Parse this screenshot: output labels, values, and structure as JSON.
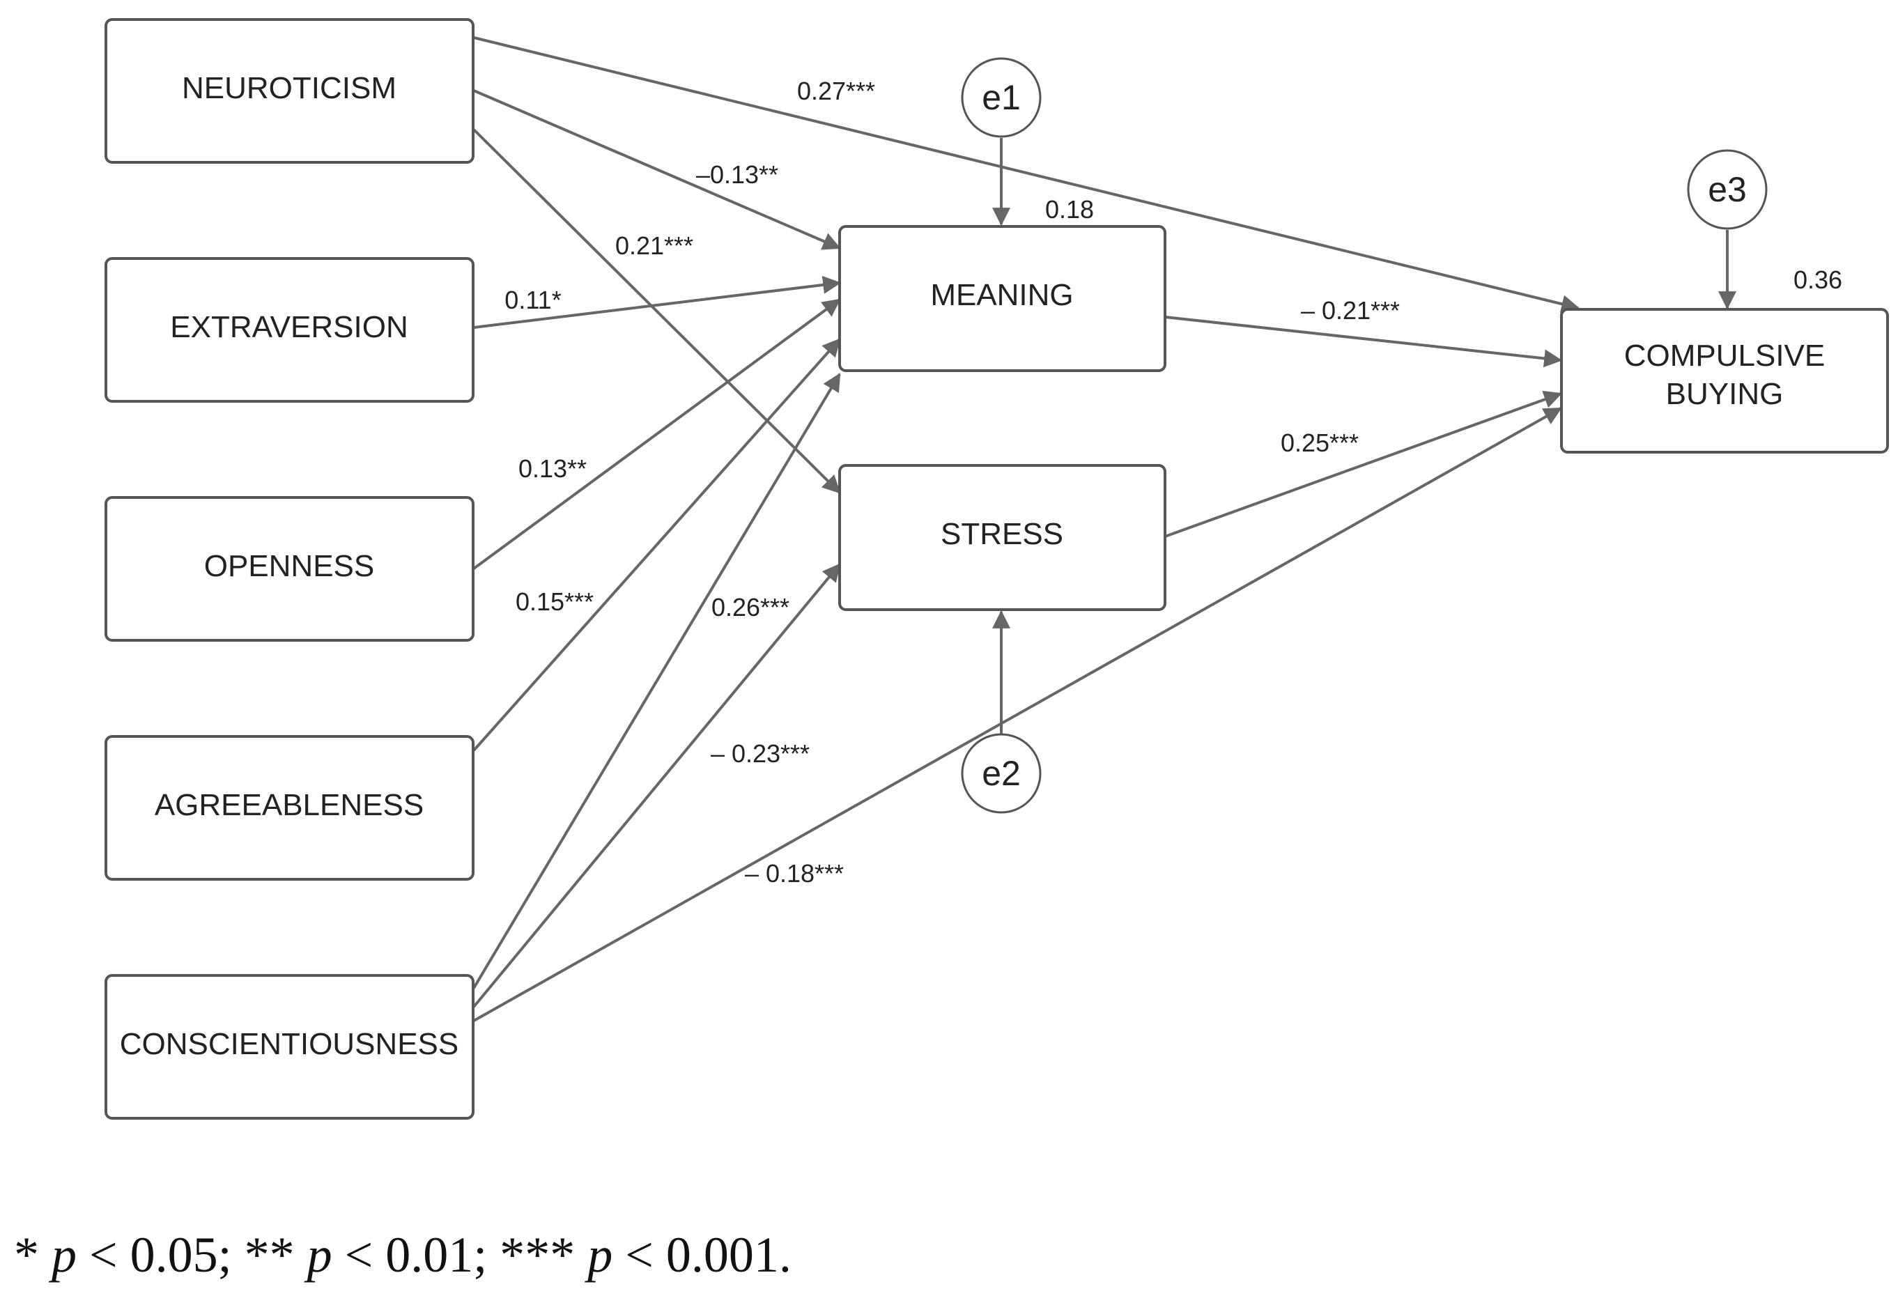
{
  "nodes": {
    "neuroticism": "NEUROTICISM",
    "extraversion": "EXTRAVERSION",
    "openness": "OPENNESS",
    "agreeableness": "AGREEABLENESS",
    "conscientiousness": "CONSCIENTIOUSNESS",
    "meaning": "MEANING",
    "stress": "STRESS",
    "compulsive_buying_line1": "COMPULSIVE",
    "compulsive_buying_line2": "BUYING"
  },
  "errors": {
    "e1": "e1",
    "e2": "e2",
    "e3": "e3"
  },
  "r_squared": {
    "meaning": "0.18",
    "compulsive_buying": "0.36"
  },
  "paths": [
    {
      "from": "NEUROTICISM",
      "to": "COMPULSIVE BUYING",
      "coef": "0.27***"
    },
    {
      "from": "NEUROTICISM",
      "to": "MEANING",
      "coef": "–0.13**"
    },
    {
      "from": "NEUROTICISM",
      "to": "STRESS",
      "coef": "0.21***"
    },
    {
      "from": "EXTRAVERSION",
      "to": "MEANING",
      "coef": "0.11*"
    },
    {
      "from": "OPENNESS",
      "to": "MEANING",
      "coef": "0.13**"
    },
    {
      "from": "AGREEABLENESS",
      "to": "MEANING",
      "coef": "0.15***"
    },
    {
      "from": "CONSCIENTIOUSNESS",
      "to": "MEANING",
      "coef": "0.26***"
    },
    {
      "from": "CONSCIENTIOUSNESS",
      "to": "STRESS",
      "coef": "– 0.23***"
    },
    {
      "from": "CONSCIENTIOUSNESS",
      "to": "COMPULSIVE BUYING",
      "coef": "– 0.18***"
    },
    {
      "from": "MEANING",
      "to": "COMPULSIVE BUYING",
      "coef": "– 0.21***"
    },
    {
      "from": "STRESS",
      "to": "COMPULSIVE BUYING",
      "coef": "0.25***"
    }
  ],
  "footnote": {
    "part1": "* ",
    "p1": "p",
    "part2": " < 0.05; ** ",
    "p2": "p",
    "part3": " < 0.01; *** ",
    "p3": "p",
    "part4": " < 0.001."
  }
}
